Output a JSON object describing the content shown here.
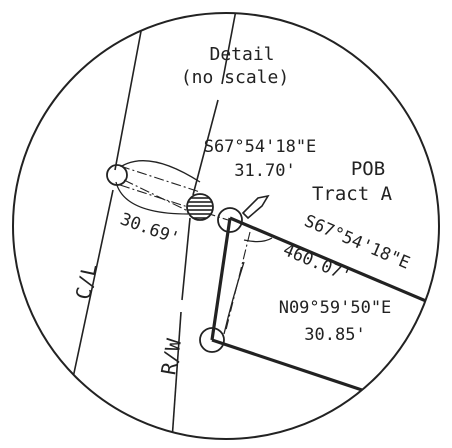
{
  "detail": {
    "title_line1": "Detail",
    "title_line2": "(no scale)"
  },
  "labels": {
    "center_line": "C/L",
    "right_of_way": "R/W",
    "pob_line1": "POB",
    "pob_line2": "Tract A",
    "tie_bearing": "S67°54'18\"E",
    "tie_distance": "31.70'",
    "offset_distance": "30.69'",
    "boundary_bearing": "S67°54'18\"E",
    "boundary_distance": "460.07'",
    "rw_bearing": "N09°59'50\"E",
    "rw_distance": "30.85'"
  },
  "colors": {
    "ink": "#222222",
    "background": "#ffffff"
  }
}
